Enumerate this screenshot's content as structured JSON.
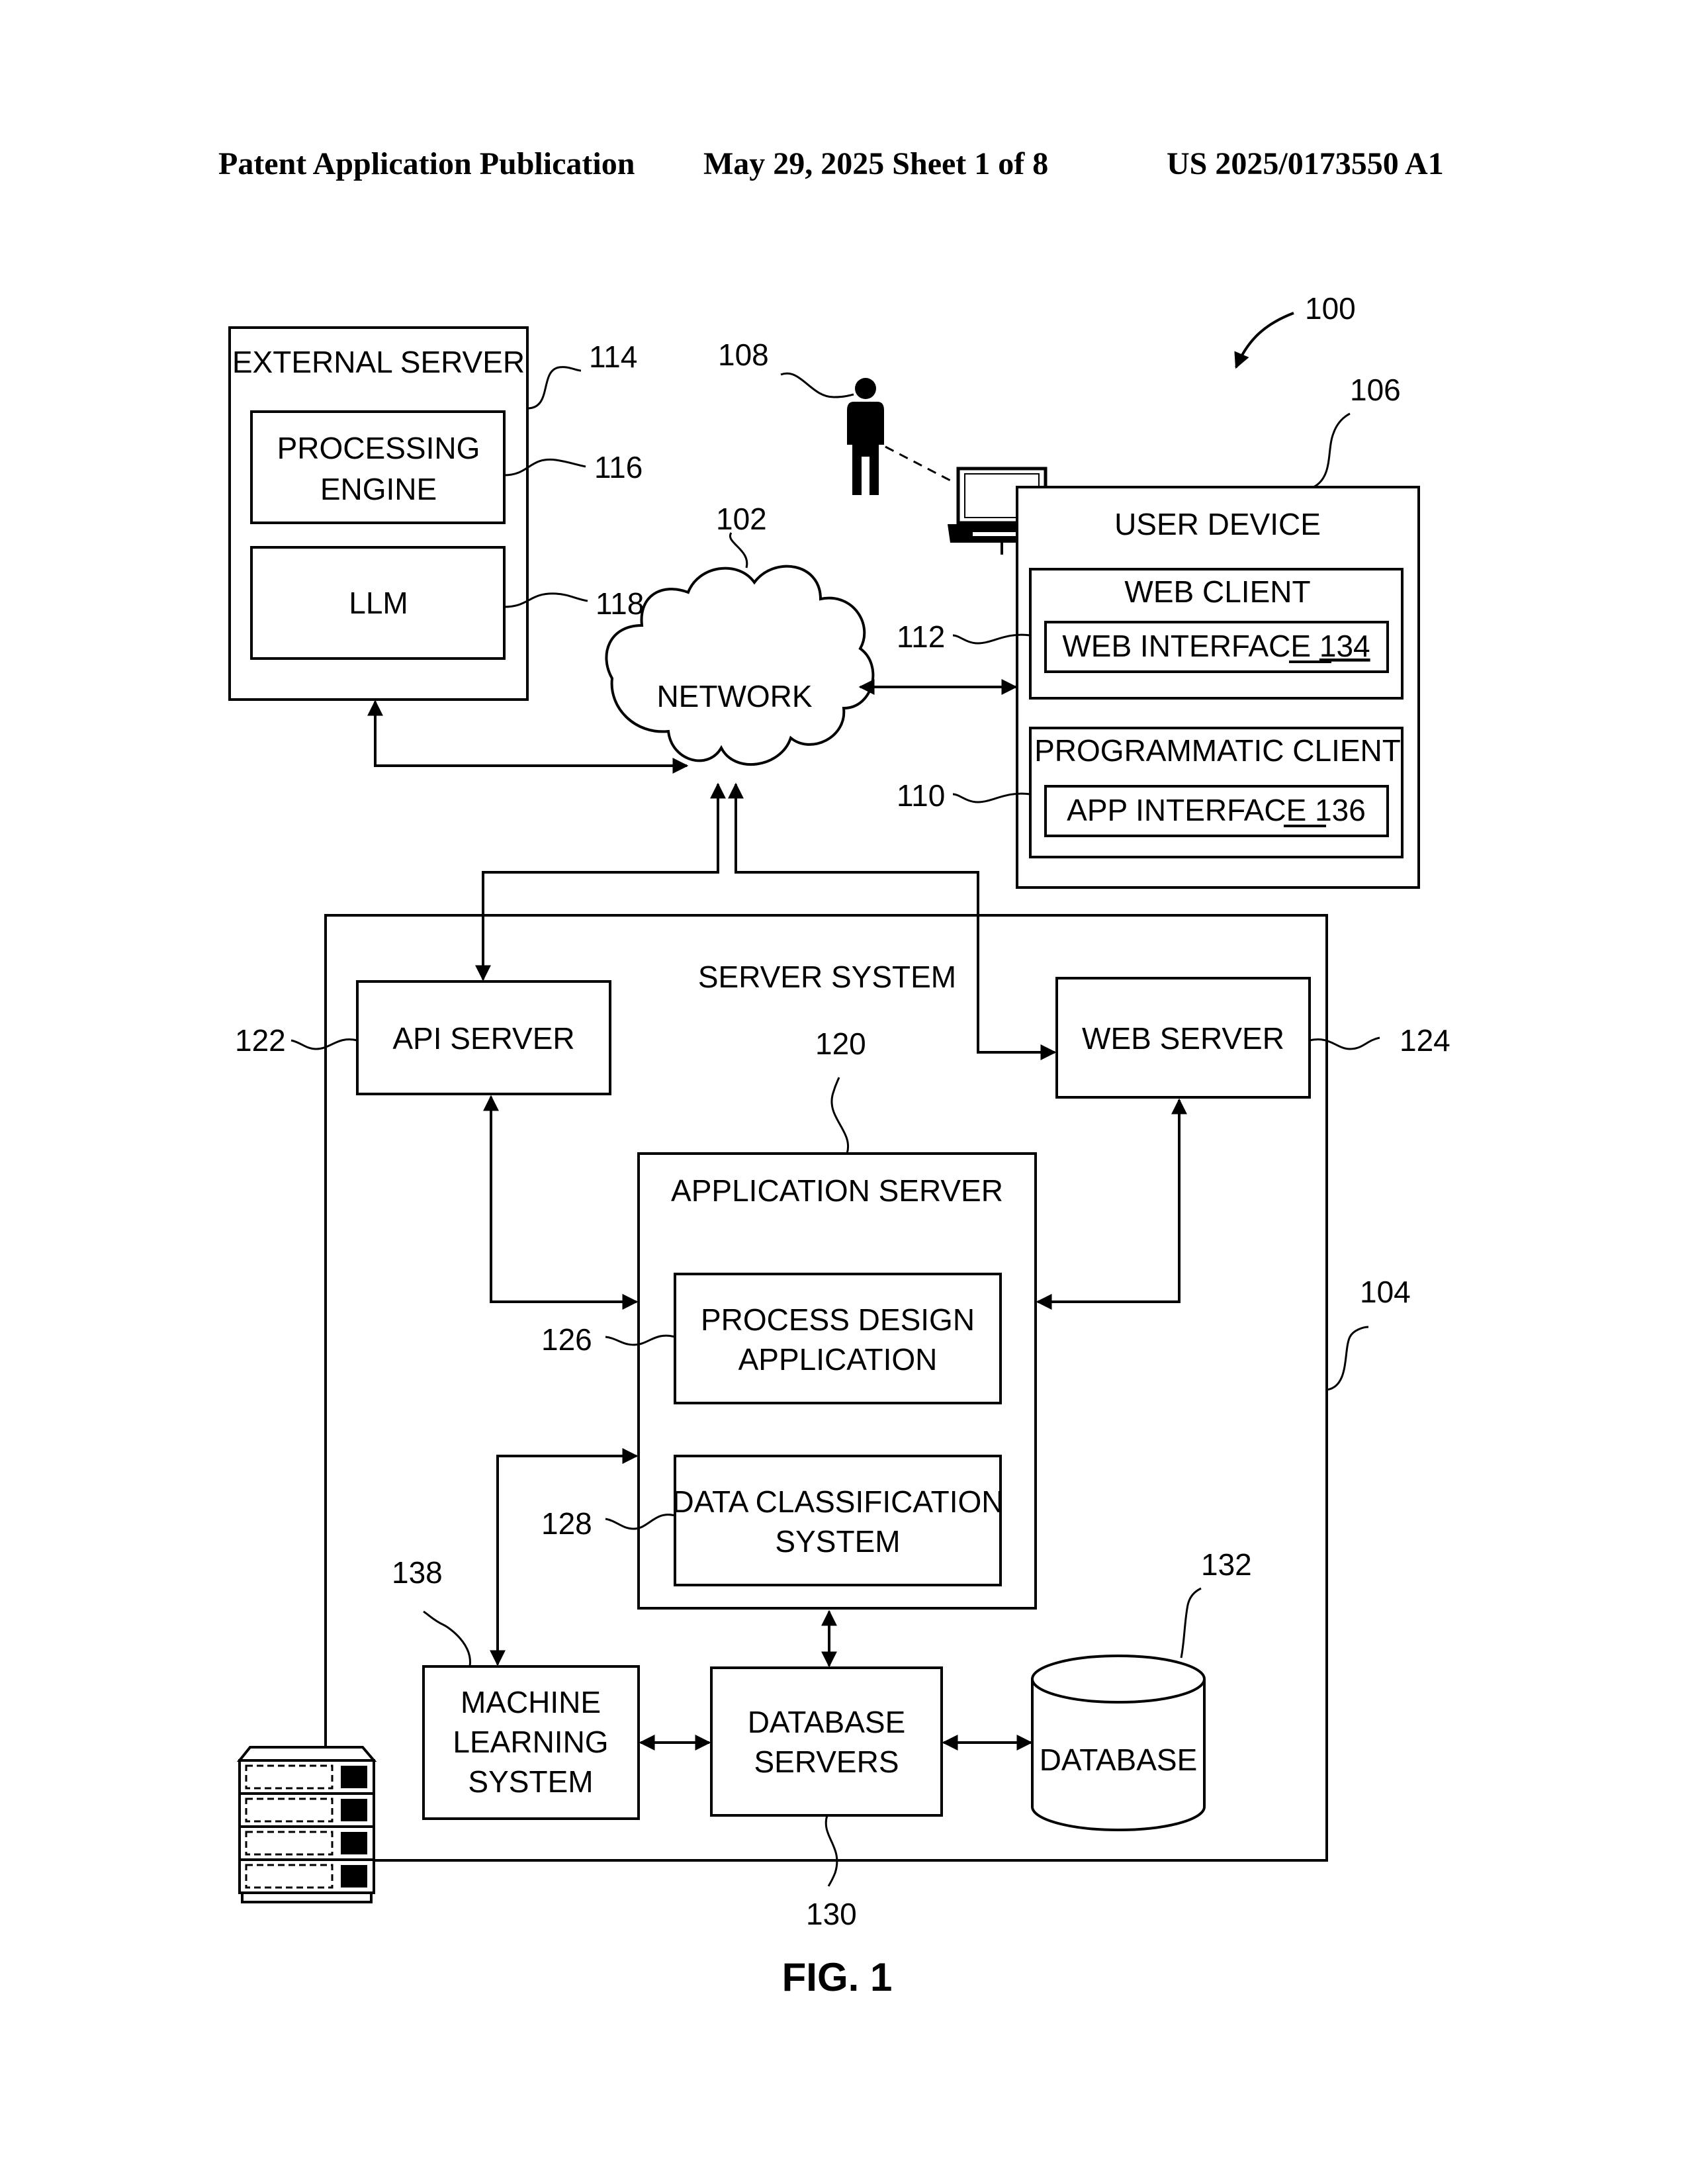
{
  "header": {
    "publication": "Patent Application Publication",
    "date_sheet": "May 29, 2025  Sheet 1 of 8",
    "number": "US 2025/0173550 A1"
  },
  "figure_label": "FIG. 1",
  "refs": {
    "system": "100",
    "network": "102",
    "server_system": "104",
    "user_device": "106",
    "user": "108",
    "programmatic_client": "110",
    "web_client": "112",
    "external_server": "114",
    "processing_engine": "116",
    "llm": "118",
    "application_server": "120",
    "api_server": "122",
    "web_server": "124",
    "process_design": "126",
    "data_classification": "128",
    "database_servers": "130",
    "database": "132",
    "machine_learning": "138"
  },
  "labels": {
    "external_server": "EXTERNAL SERVER",
    "processing_engine_1": "PROCESSING",
    "processing_engine_2": "ENGINE",
    "llm": "LLM",
    "network": "NETWORK",
    "user_device": "USER DEVICE",
    "web_client": "WEB CLIENT",
    "web_interface": "WEB INTERFACE ",
    "web_interface_num": "134",
    "programmatic_client": "PROGRAMMATIC CLIENT",
    "app_interface": "APP INTERFACE ",
    "app_interface_num": "136",
    "server_system": "SERVER SYSTEM",
    "api_server": "API SERVER",
    "web_server": "WEB SERVER",
    "application_server": "APPLICATION SERVER",
    "process_design_1": "PROCESS DESIGN",
    "process_design_2": "APPLICATION",
    "data_classification_1": "DATA CLASSIFICATION",
    "data_classification_2": "SYSTEM",
    "machine_learning_1": "MACHINE",
    "machine_learning_2": "LEARNING",
    "machine_learning_3": "SYSTEM",
    "database_servers_1": "DATABASE",
    "database_servers_2": "SERVERS",
    "database": "DATABASE"
  },
  "icons": [
    "person-icon",
    "laptop-icon",
    "server-rack-icon",
    "cloud-icon",
    "database-cylinder-icon"
  ]
}
